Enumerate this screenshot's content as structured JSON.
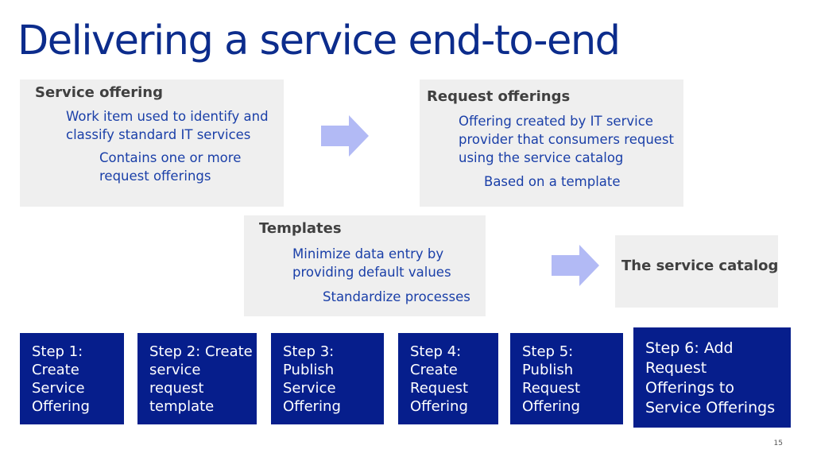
{
  "title": "Delivering a service end-to-end",
  "boxes": {
    "service_offering": {
      "heading": "Service offering",
      "line1": "Work item used to identify and classify standard IT services",
      "line2": "Contains one or more request offerings"
    },
    "request_offerings": {
      "heading": "Request offerings",
      "line1": "Offering created by IT service provider that consumers request using the service catalog",
      "line2": "Based on a template"
    },
    "templates": {
      "heading": "Templates",
      "line1": "Minimize data entry by providing default values",
      "line2": "Standardize processes"
    },
    "catalog": {
      "heading": "The service catalog"
    }
  },
  "steps": [
    "Step 1: Create Service Offering",
    "Step 2: Create service request template",
    "Step 3: Publish Service Offering",
    "Step 4: Create Request Offering",
    "Step 5: Publish Request Offering",
    "Step 6: Add Request Offerings to Service Offerings"
  ],
  "page_number": "15",
  "colors": {
    "title": "#0c2c8c",
    "box_bg": "#efefef",
    "box_text": "#1a3fa8",
    "arrow": "#b2baf5",
    "step_bg": "#061e8c"
  }
}
